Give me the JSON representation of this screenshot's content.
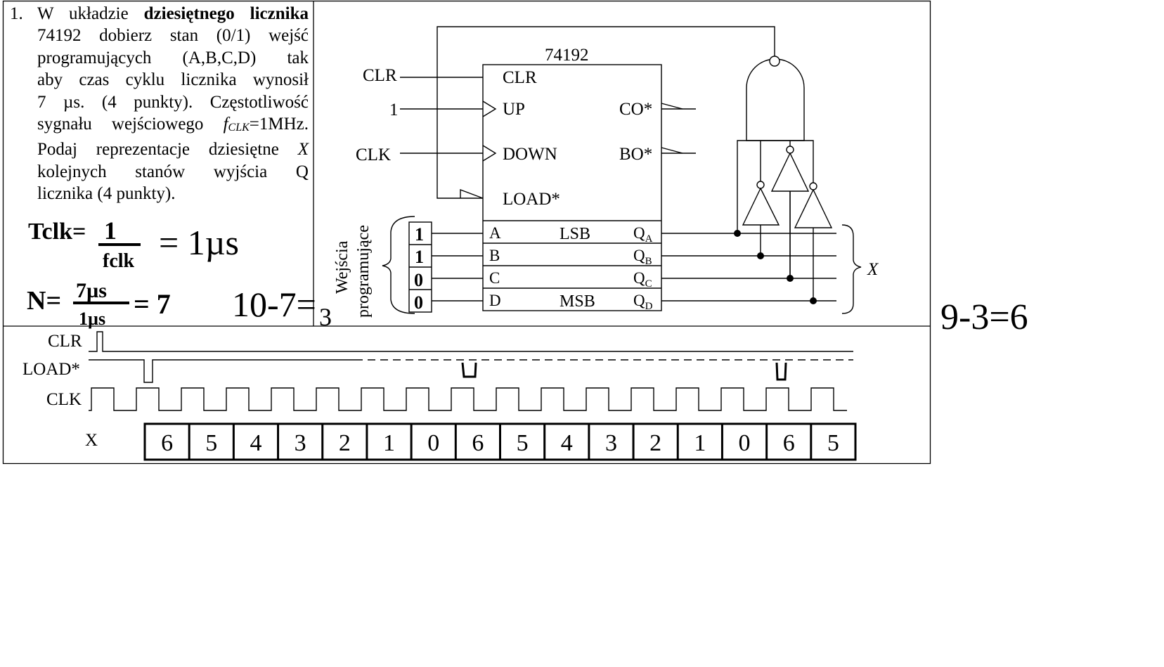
{
  "task": {
    "number": "1.",
    "lines": [
      {
        "pre": "W układzie ",
        "bold": "dziesiętnego licznika"
      },
      {
        "text": "74192 dobierz stan (0/1) wejść"
      },
      {
        "text": "programujących (A,B,C,D) tak"
      },
      {
        "text": "aby czas cyklu licznika wynosił"
      },
      {
        "text": "7 µs. (4 punkty). Częstotliwość"
      },
      {
        "pre": "sygnału wejściowego ",
        "ital": "f",
        "sub": "CLK",
        "post": "=1MHz."
      },
      {
        "pre": "Podaj reprezentacje dziesiętne ",
        "ital": "X"
      },
      {
        "text": "kolejnych stanów wyjścia Q"
      },
      {
        "text": "licznika (4 punkty)."
      }
    ]
  },
  "handwriting": {
    "tclk_lhs": "Tclk=",
    "one": "1",
    "fclk": "fclk",
    "tclk_rhs": "= 1µs",
    "n_lhs": "N=",
    "n_num": "7µs",
    "n_den": "1µs",
    "n_rhs": "= 7",
    "ten_minus": "10-7=",
    "three": "3",
    "side_calc": "9-3=6"
  },
  "circuit": {
    "chip_name": "74192",
    "inputs_left": [
      "CLR",
      "1",
      "CLK"
    ],
    "pins_left": [
      "CLR",
      "UP",
      "DOWN",
      "LOAD*"
    ],
    "pins_right": [
      "CO*",
      "BO*"
    ],
    "data_pins": [
      "A",
      "B",
      "C",
      "D"
    ],
    "lsb": "LSB",
    "msb": "MSB",
    "q_base": "Q",
    "q_subs": [
      "A",
      "B",
      "C",
      "D"
    ],
    "group_label_1": "Wejścia",
    "group_label_2": "programujące",
    "x_label": "X",
    "program_values": [
      "1",
      "1",
      "0",
      "0"
    ]
  },
  "timing": {
    "signal_labels": [
      "CLR",
      "LOAD*",
      "CLK"
    ],
    "x_row_label": "X",
    "x_values": [
      "6",
      "5",
      "4",
      "3",
      "2",
      "1",
      "0",
      "6",
      "5",
      "4",
      "3",
      "2",
      "1",
      "0",
      "6",
      "5"
    ]
  }
}
